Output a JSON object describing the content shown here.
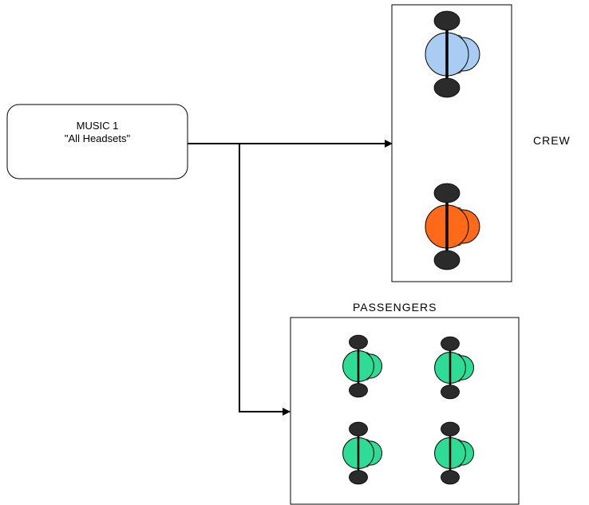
{
  "source": {
    "line1": "MUSIC 1",
    "line2": "\"All Headsets\""
  },
  "groups": {
    "crew": {
      "label": "CREW",
      "headsets": [
        {
          "color": "#a9cdf2"
        },
        {
          "color": "#ff6a1a"
        }
      ]
    },
    "passengers": {
      "label": "PASSENGERS",
      "headsets": [
        {
          "color": "#2fdc95"
        },
        {
          "color": "#2fdc95"
        },
        {
          "color": "#2fdc95"
        },
        {
          "color": "#2fdc95"
        }
      ]
    }
  },
  "colors": {
    "line": "#000000",
    "ear_cup": "#2b2b2b",
    "outline": "#000000",
    "accent": "#e08a2a"
  }
}
